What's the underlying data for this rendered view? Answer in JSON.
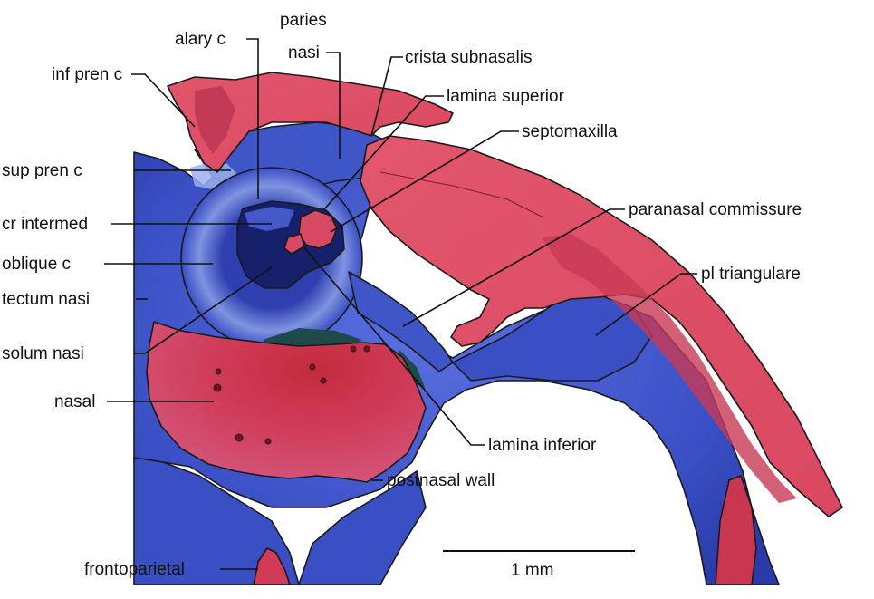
{
  "labels": {
    "alary_c": "alary c",
    "paries_nasi_1": "paries",
    "paries_nasi_2": "nasi",
    "crista_subnasalis": "crista subnasalis",
    "inf_pren_c": "inf pren c",
    "lamina_superior": "lamina superior",
    "septomaxilla": "septomaxilla",
    "sup_pren_c": "sup pren c",
    "cr_intermed": "cr intermed",
    "paranasal_commissure": "paranasal commissure",
    "oblique_c": "oblique c",
    "pl_triangulare": "pl triangulare",
    "tectum_nasi": "tectum nasi",
    "solum_nasi": "solum nasi",
    "nasal": "nasal",
    "lamina_inferior": "lamina inferior",
    "postnasal_wall": "postnasal wall",
    "frontoparietal": "frontoparietal"
  },
  "scale_bar": {
    "label": "1 mm"
  },
  "colors": {
    "cartilage": "#3f56c9",
    "cartilage_light": "#8ea2e6",
    "cartilage_dark": "#16206b",
    "bone": "#d84a63",
    "bone_dark": "#b8243f"
  }
}
